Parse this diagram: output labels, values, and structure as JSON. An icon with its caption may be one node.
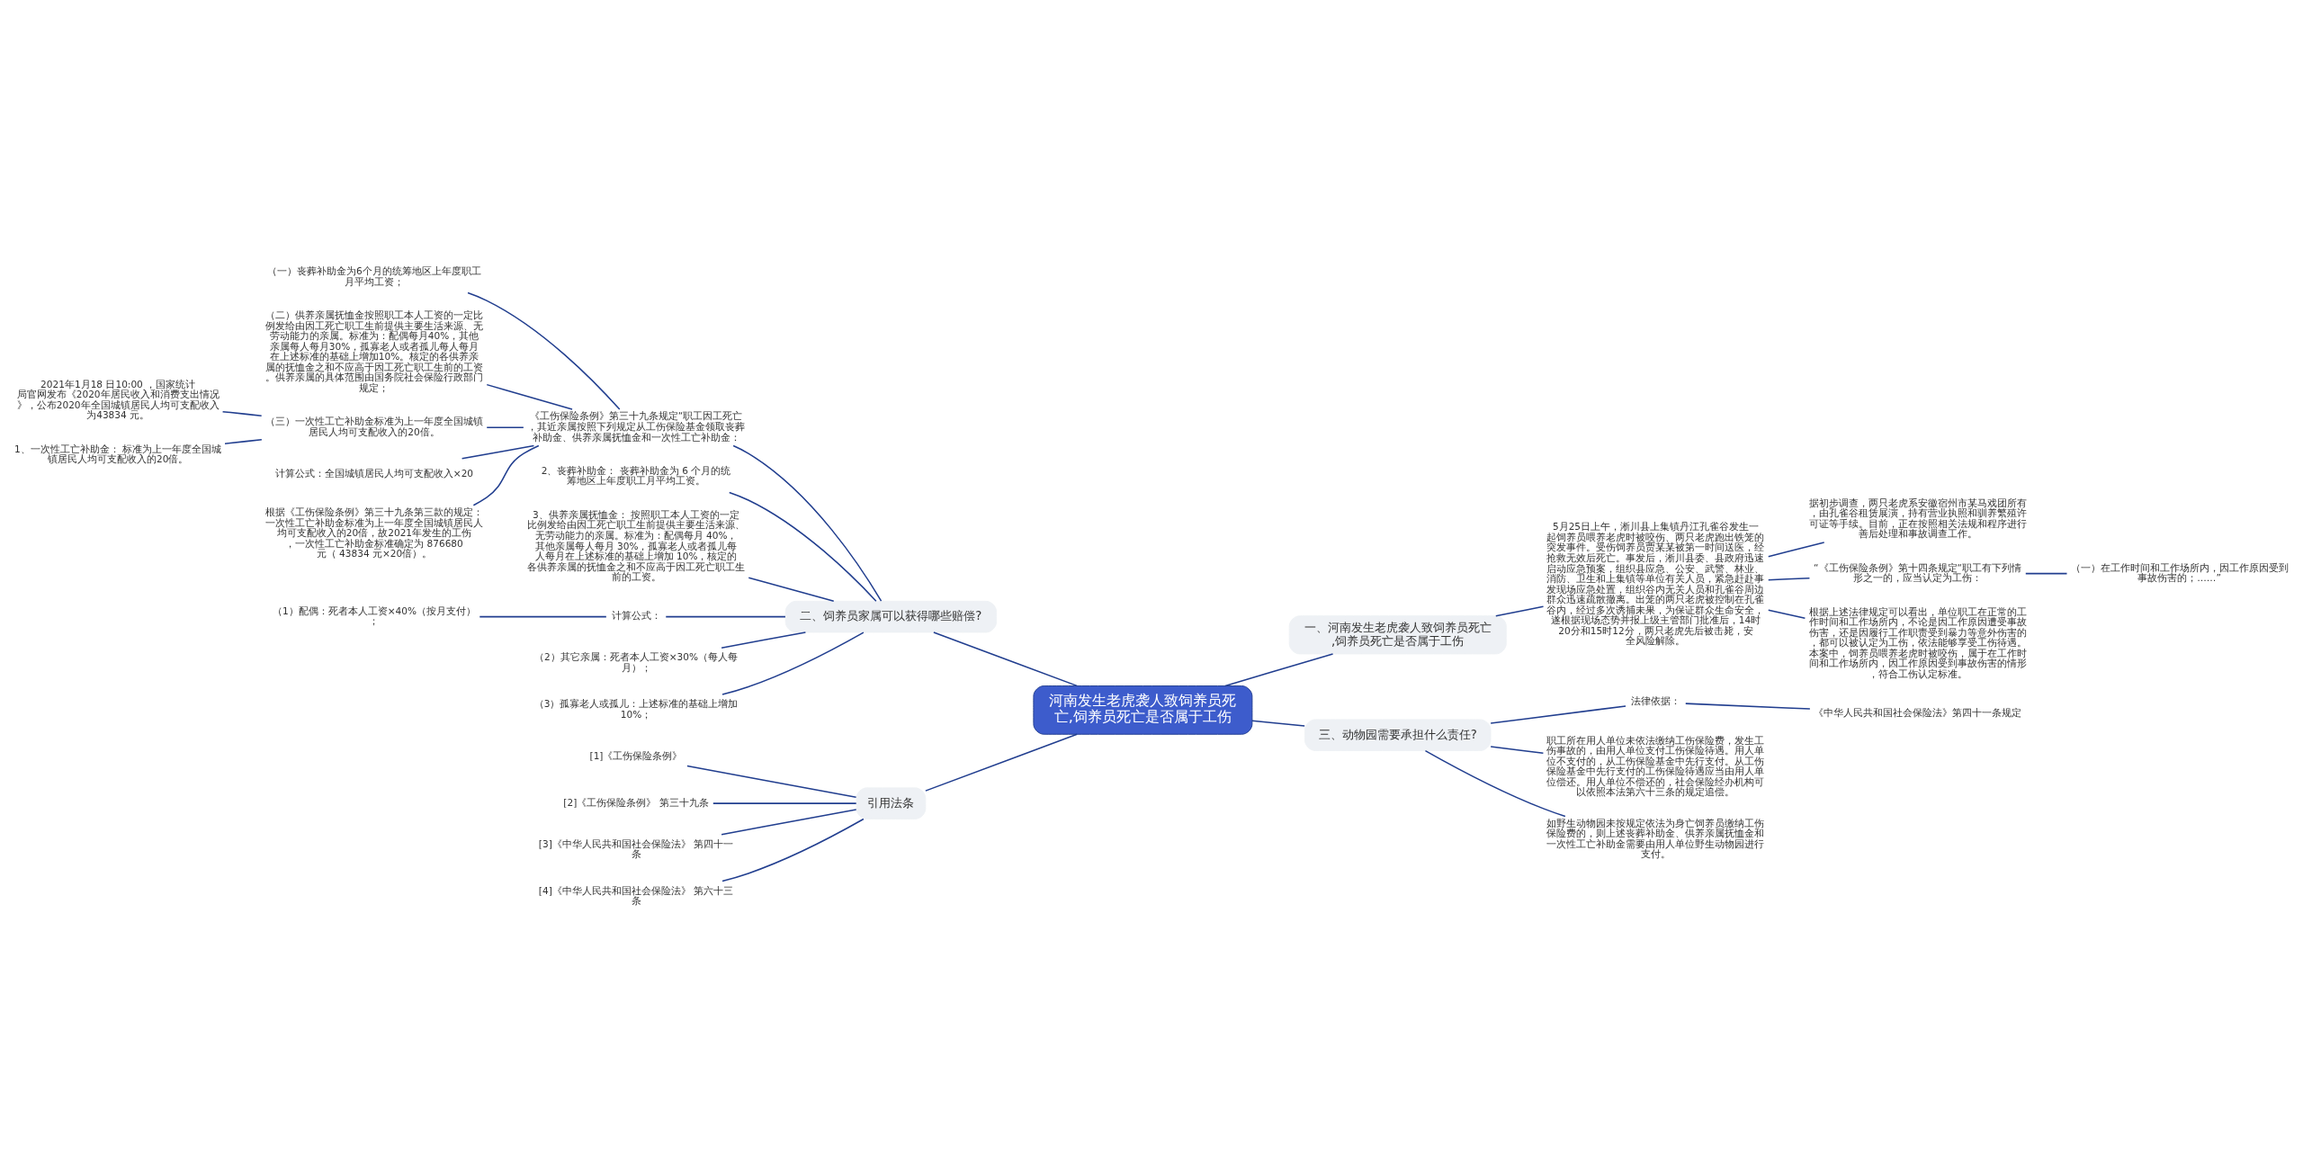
{
  "diagram": {
    "nodes": [
      {
        "text": [
          "河南发生老虎袭人致饲养员死亡,饲养员死亡是否属于工伤"
        ]
      },
      {
        "text": [
          "二、饲养员家属可以获得哪些赔偿?"
        ]
      },
      {
        "text": [
          "《工伤保险条例》第三十九条规定“职工因工死亡，其近亲属按照下列规定从工伤保险基金领取丧葬补助金、供养亲属抚恤金和一次性工亡补助金："
        ]
      },
      {
        "text": [
          "（一）丧葬补助金为6个月的统筹地区上年度职工月平均工资；"
        ]
      },
      {
        "text": [
          "（二）供养亲属抚恤金按照职工本人工资的一定比例发给由因工死亡职工生前提供主要生活来源、无劳动能力的亲属。标准为：配偶每月40%，其他亲属每人每月30%，孤寡老人或者孤儿每人每月在上述标准的基础上增加10%。核定的各供养亲属的抚恤金之和不应高于因工死亡职工生前的工资。供养亲属的具体范围由国务院社会保险行政部门规定；"
        ]
      },
      {
        "text": [
          "（三）一次性工亡补助金标准为上一年度全国城镇居民人均可支配收入的20倍。"
        ]
      },
      {
        "text": [
          "2021年1月18 日10:00 ，国家统计局官网发布《2020年居民收入和消费支出情况》，公布2020年全国城镇居民人均可支配收入为43834 元。"
        ]
      },
      {
        "text": [
          "1、一次性工亡补助金： 标准为上一年度全国城镇居民人均可支配收入的20倍。"
        ]
      },
      {
        "text": [
          "计算公式：全国城镇居民人均可支配收入×20"
        ]
      },
      {
        "text": [
          "根据《工伤保险条例》第三十九条第三款的规定：一次性工亡补助金标准为上一年度全国城镇居民人均可支配收入的20倍，故2021年发生的工伤，一次性工亡补助金标准确定为 876680 元（ 43834 元×20倍）。"
        ]
      },
      {
        "text": [
          "2、丧葬补助金： 丧葬补助金为 6 个月的统筹地区上年度职工月平均工资。"
        ]
      },
      {
        "text": [
          "3、供养亲属抚恤金： 按照职工本人工资的一定比例发给由因工死亡职工生前提供主要生活来源、无劳动能力的亲属。标准为：配偶每月 40%，其他亲属每人每月 30%，孤寡老人或者孤儿每人每月在上述标准的基础上增加 10%，核定的各供养亲属的抚恤金之和不应高于因工死亡职工生前的工资。"
        ]
      },
      {
        "text": [
          "计算公式："
        ]
      },
      {
        "text": [
          "（1）配偶：死者本人工资×40%（按月支付）；"
        ]
      },
      {
        "text": [
          "（2）其它亲属：死者本人工资×30%（每人每月）；"
        ]
      },
      {
        "text": [
          "（3）孤寡老人或孤儿：上述标准的基础上增加 10%；"
        ]
      },
      {
        "text": [
          "引用法条"
        ]
      },
      {
        "text": [
          "[1]《工伤保险条例》"
        ]
      },
      {
        "text": [
          "[2]《工伤保险条例》 第三十九条"
        ]
      },
      {
        "text": [
          "[3]《中华人民共和国社会保险法》 第四十一条"
        ]
      },
      {
        "text": [
          "[4]《中华人民共和国社会保险法》 第六十三条"
        ]
      },
      {
        "text": [
          "一、河南发生老虎袭人致饲养员死亡,饲养员死亡是否属于工伤"
        ]
      },
      {
        "text": [
          "5月25日上午，淅川县上集镇丹江孔雀谷发生一起饲养员喂养老虎时被咬伤、两只老虎跑出铁笼的突发事件。受伤饲养员贾某某被第一时间送医，经抢救无效后死亡。事发后，淅川县委、县政府迅速启动应急预案，组织县应急、公安、武警、林业、消防、卫生和上集镇等单位有关人员，紧急赶赴事发现场应急处置，组织谷内无关人员和孔雀谷周边群众迅速疏散撤离。出笼的两只老虎被控制在孔雀谷内，经过多次诱捕未果，为保证群众生命安全，遂根据现场态势并报上级主管部门批准后，14时20分和15时12分，两只老虎先后被击毙，安全风险解除。"
        ]
      },
      {
        "text": [
          "据初步调查，两只老虎系安徽宿州市某马戏团所有，由孔雀谷租赁展演，持有营业执照和驯养繁殖许可证等手续。目前，正在按照相关法规和程序进行善后处理和事故调查工作。"
        ]
      },
      {
        "text": [
          "“《工伤保险条例》第十四条规定“职工有下列情形之一的，应当认定为工伤："
        ]
      },
      {
        "text": [
          "（一）在工作时间和工作场所内，因工作原因受到事故伤害的；……”"
        ]
      },
      {
        "text": [
          "根据上述法律规定可以看出，单位职工在正常的工作时间和工作场所内，不论是因工作原因遭受事故伤害，还是因履行工作职责受到暴力等意外伤害的，都可以被认定为工伤，依法能够享受工伤待遇。本案中，饲养员喂养老虎时被咬伤，属于在工作时间和工作场所内，因工作原因受到事故伤害的情形，符合工伤认定标准。"
        ]
      },
      {
        "text": [
          "三、动物园需要承担什么责任?"
        ]
      },
      {
        "text": [
          "法律依据："
        ]
      },
      {
        "text": [
          "《中华人民共和国社会保险法》第四十一条规定"
        ]
      },
      {
        "text": [
          "职工所在用人单位未依法缴纳工伤保险费，发生工伤事故的，由用人单位支付工伤保险待遇。用人单位不支付的，从工伤保险基金中先行支付。从工伤保险基金中先行支付的工伤保险待遇应当由用人单位偿还。用人单位不偿还的，社会保险经办机构可以依照本法第六十三条的规定追偿。"
        ]
      },
      {
        "text": [
          "如野生动物园未按规定依法为身亡饲养员缴纳工伤保险费的，则上述丧葬补助金、供养亲属抚恤金和一次性工亡补助金需要由用人单位野生动物园进行支付。"
        ]
      }
    ],
    "edges": [
      {
        "from": 0,
        "to": 1,
        "arrow": "none"
      },
      {
        "from": 1,
        "to": 2,
        "arrow": "none"
      },
      {
        "from": 2,
        "to": 3,
        "arrow": "none"
      },
      {
        "from": 2,
        "to": 4,
        "arrow": "none"
      },
      {
        "from": 2,
        "to": 5,
        "arrow": "none"
      },
      {
        "from": 5,
        "to": 6,
        "arrow": "none"
      },
      {
        "from": 5,
        "to": 7,
        "arrow": "none"
      },
      {
        "from": 2,
        "to": 8,
        "arrow": "none"
      },
      {
        "from": 2,
        "to": 9,
        "arrow": "none"
      },
      {
        "from": 1,
        "to": 10,
        "arrow": "none"
      },
      {
        "from": 1,
        "to": 11,
        "arrow": "none"
      },
      {
        "from": 1,
        "to": 12,
        "arrow": "none"
      },
      {
        "from": 12,
        "to": 13,
        "arrow": "none"
      },
      {
        "from": 1,
        "to": 14,
        "arrow": "none"
      },
      {
        "from": 1,
        "to": 15,
        "arrow": "none"
      },
      {
        "from": 0,
        "to": 16,
        "arrow": "none"
      },
      {
        "from": 16,
        "to": 17,
        "arrow": "none"
      },
      {
        "from": 16,
        "to": 18,
        "arrow": "none"
      },
      {
        "from": 16,
        "to": 19,
        "arrow": "none"
      },
      {
        "from": 16,
        "to": 20,
        "arrow": "none"
      },
      {
        "from": 0,
        "to": 21,
        "arrow": "none"
      },
      {
        "from": 21,
        "to": 22,
        "arrow": "none"
      },
      {
        "from": 22,
        "to": 23,
        "arrow": "none"
      },
      {
        "from": 22,
        "to": 24,
        "arrow": "none"
      },
      {
        "from": 24,
        "to": 25,
        "arrow": "none"
      },
      {
        "from": 22,
        "to": 26,
        "arrow": "none"
      },
      {
        "from": 0,
        "to": 27,
        "arrow": "none"
      },
      {
        "from": 27,
        "to": 28,
        "arrow": "none"
      },
      {
        "from": 28,
        "to": 29,
        "arrow": "none"
      },
      {
        "from": 27,
        "to": 30,
        "arrow": "none"
      },
      {
        "from": 27,
        "to": 31,
        "arrow": "none"
      }
    ]
  }
}
